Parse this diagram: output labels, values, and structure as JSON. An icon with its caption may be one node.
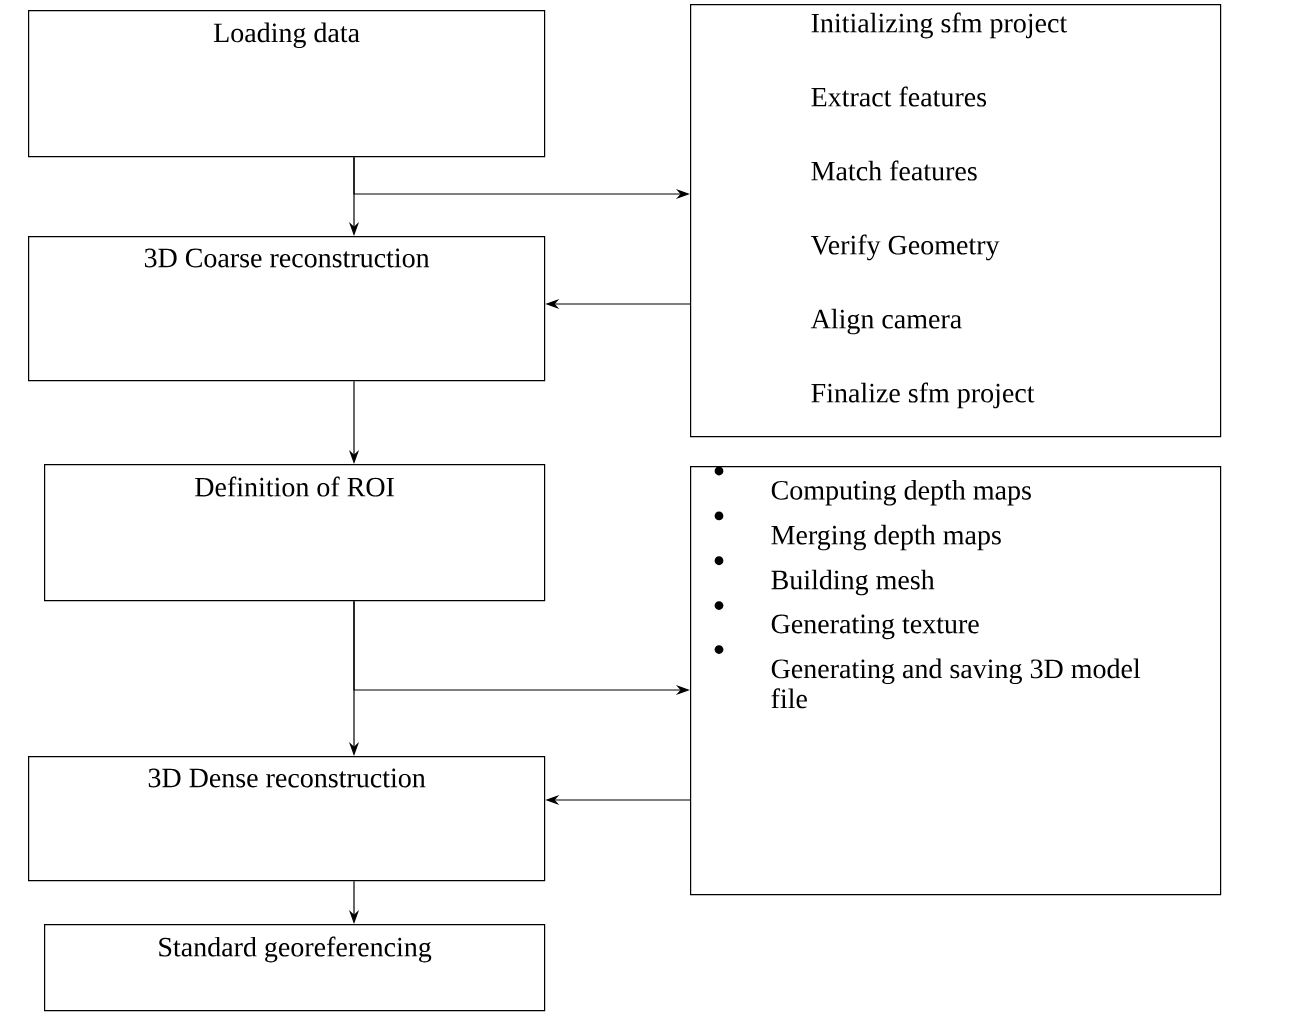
{
  "diagram": {
    "nodes": [
      {
        "text": [
          "Loading data"
        ]
      },
      {
        "text": [
          "Initializing sfm project",
          "Extract features",
          "Match features",
          "Verify Geometry",
          "Align camera",
          "Finalize sfm project"
        ]
      },
      {
        "text": [
          "3D Coarse reconstruction"
        ]
      },
      {
        "text": [
          "Definition of ROI"
        ]
      },
      {
        "text": [
          "Computing depth maps",
          "Merging depth maps",
          "Building mesh",
          "Generating texture",
          "Generating and saving 3D model file"
        ]
      },
      {
        "text": [
          "3D Dense reconstruction"
        ]
      },
      {
        "text": [
          "Standard georeferencing"
        ]
      }
    ],
    "edges": [
      {
        "from": 0,
        "to": 2,
        "arrow": "to"
      },
      {
        "from": 0,
        "to": 1,
        "arrow": "to"
      },
      {
        "from": 1,
        "to": 2,
        "arrow": "to"
      },
      {
        "from": 2,
        "to": 3,
        "arrow": "to"
      },
      {
        "from": 3,
        "to": 5,
        "arrow": "to"
      },
      {
        "from": 3,
        "to": 4,
        "arrow": "to"
      },
      {
        "from": 4,
        "to": 5,
        "arrow": "to"
      },
      {
        "from": 5,
        "to": 6,
        "arrow": "to"
      }
    ]
  }
}
